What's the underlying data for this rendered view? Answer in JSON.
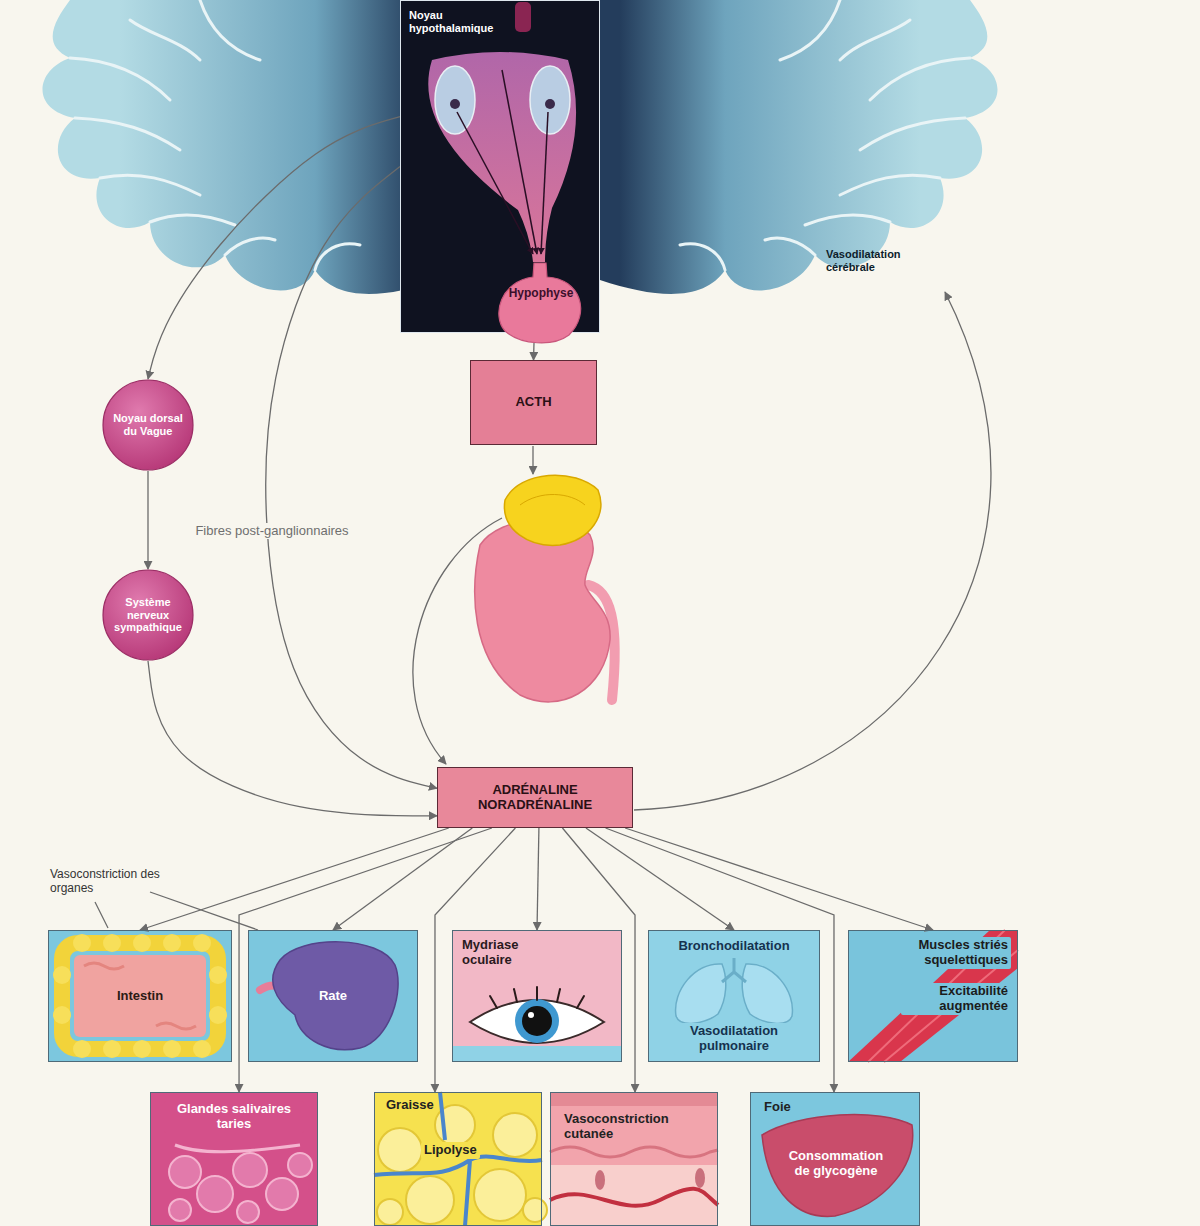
{
  "diagram": {
    "nodes": [
      {
        "text": [
          "Noyau hypothalamique"
        ]
      },
      {
        "text": [
          "Hypophyse"
        ],
        "in": 0
      },
      {
        "text": [
          "ACTH"
        ]
      },
      {
        "text": [
          "Noyau dorsal du Vague"
        ]
      },
      {
        "text": [
          "Système nerveux sympathique"
        ]
      },
      {
        "text": [
          "ADRÉNALINE NORADRÉNALINE"
        ]
      },
      {
        "text": [
          "Intestin"
        ]
      },
      {
        "text": [
          "Rate"
        ]
      },
      {
        "text": [
          "Mydriase oculaire"
        ]
      },
      {
        "text": [
          "Bronchodilatation",
          "Vasodilatation pulmonaire"
        ]
      },
      {
        "text": [
          "Muscles striés squelettiques",
          "Excitabilité augmentée"
        ]
      },
      {
        "text": [
          "Glandes salivaires taries"
        ]
      },
      {
        "text": [
          "Graisse",
          "Lipolyse"
        ]
      },
      {
        "text": [
          "Vasoconstriction cutanée"
        ]
      },
      {
        "text": [
          "Foie",
          "Consommation de glycogène"
        ]
      }
    ],
    "edges": [
      {
        "from": 1,
        "to": 2,
        "arrow": "to"
      },
      {
        "from": 0,
        "to": 3,
        "arrow": "to"
      },
      {
        "from": 0,
        "to": 5,
        "label": "Fibres post-ganglionnaires",
        "arrow": "to"
      },
      {
        "from": 3,
        "to": 4,
        "arrow": "to"
      },
      {
        "from": 4,
        "to": 5,
        "arrow": "to"
      },
      {
        "from": 5,
        "to": 6,
        "arrow": "to"
      },
      {
        "from": 5,
        "to": 7,
        "arrow": "to"
      },
      {
        "from": 5,
        "to": 11,
        "arrow": "to"
      },
      {
        "from": 5,
        "to": 12,
        "arrow": "to"
      },
      {
        "from": 5,
        "to": 8,
        "arrow": "to"
      },
      {
        "from": 5,
        "to": 13,
        "arrow": "to"
      },
      {
        "from": 5,
        "to": 9,
        "arrow": "to"
      },
      {
        "from": 5,
        "to": 14,
        "arrow": "to"
      },
      {
        "from": 5,
        "to": 10,
        "arrow": "to"
      }
    ],
    "labels": [
      "Vasodilatation cérébrale",
      "Vasoconstriction des organes"
    ]
  }
}
